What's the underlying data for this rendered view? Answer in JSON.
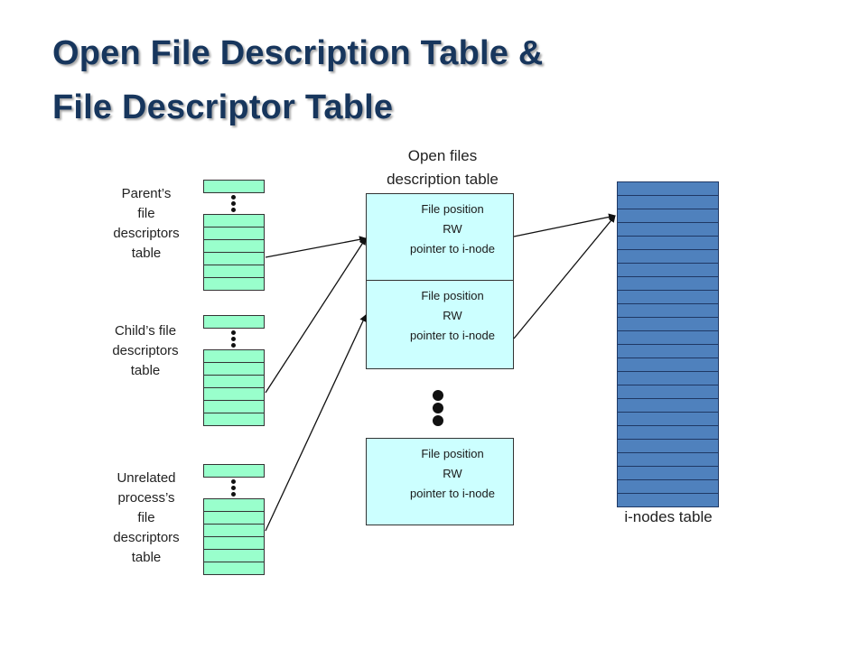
{
  "title": {
    "line1": "Open File Description Table &",
    "line2": "File Descriptor Table"
  },
  "labels": {
    "parent": [
      "Parent’s",
      "file",
      "descriptors",
      "table"
    ],
    "child": [
      "Child’s file",
      "descriptors",
      "table"
    ],
    "unrelated": [
      "Unrelated",
      "process’s",
      "file",
      "descriptors",
      "table"
    ],
    "open_files": [
      "Open files",
      "description table"
    ],
    "inodes": "i-nodes table"
  },
  "open_file_entries": [
    {
      "position": "File position",
      "mode": "RW",
      "pointer": "pointer to i-node"
    },
    {
      "position": "File position",
      "mode": "RW",
      "pointer": "pointer to i-node"
    },
    {
      "position": "File position",
      "mode": "RW",
      "pointer": "pointer to i-node"
    }
  ],
  "colors": {
    "title": "#17365d",
    "fd_table_fill": "#99ffcc",
    "open_file_fill": "#ccffff",
    "inode_fill": "#4f81bd"
  }
}
